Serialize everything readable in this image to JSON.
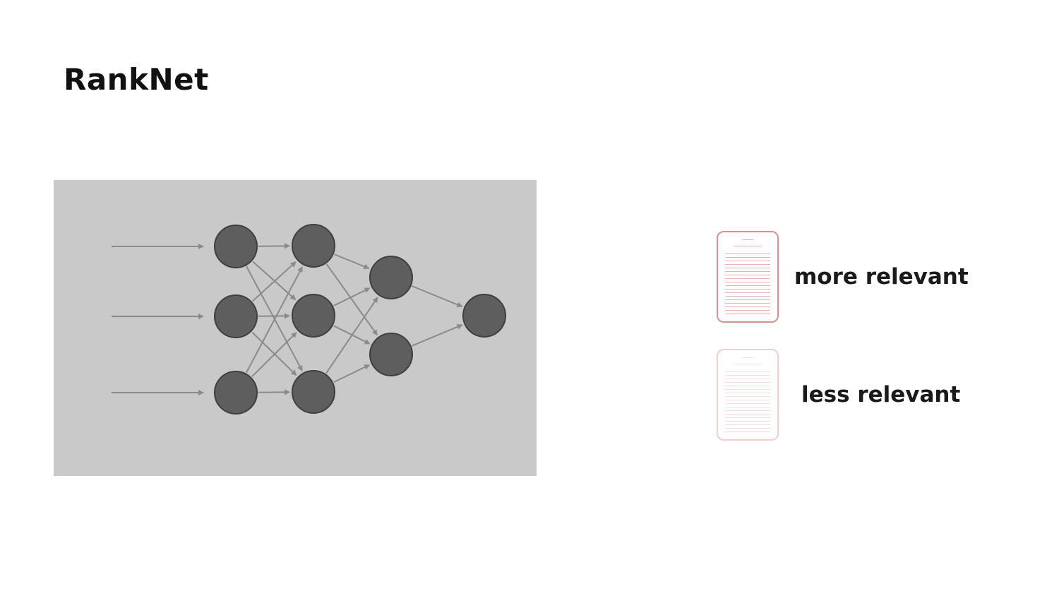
{
  "slide": {
    "title": "RankNet"
  },
  "network_diagram": {
    "layers": [
      3,
      3,
      2,
      1
    ],
    "input_arrows": 3,
    "colors": {
      "background": "#c9c9c9",
      "node": "#5e5e5e",
      "arrow": "#8a8a8a"
    }
  },
  "documents": [
    {
      "label": "more relevant",
      "border_color": "#d9908e"
    },
    {
      "label": "less relevant",
      "border_color": "#f0cfcd"
    }
  ]
}
